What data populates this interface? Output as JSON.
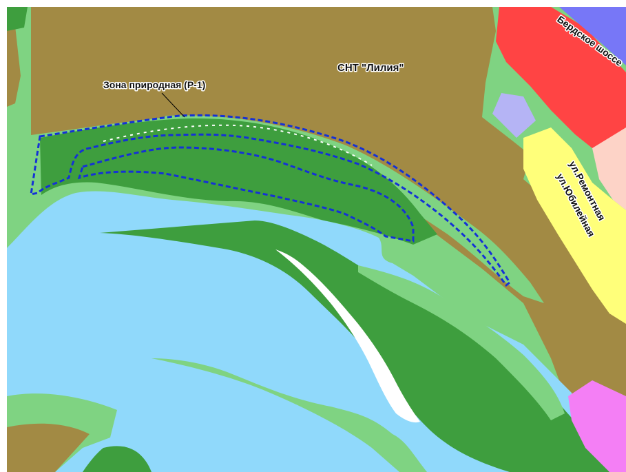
{
  "map": {
    "colors": {
      "settlement": "#A28A44",
      "nature_light": "#7FD382",
      "forest": "#3E9E3E",
      "water": "#90D9FB",
      "road": "#FF4444",
      "street": "#FFFF7A",
      "lavender": "#B5B4F5",
      "blue_violet": "#7777F7",
      "magenta": "#F47FF5",
      "pale_pink": "#FDD3C7",
      "zone_boundary": "#1431D6"
    },
    "labels": {
      "zone": "Зона природная (Р-1)",
      "snt": "СНТ \"Лилия\"",
      "highway": "Бердское шоссе",
      "street_remontnaya": "ул.Ремонтная",
      "street_yubileynaya": "ул.Юбилейная"
    }
  }
}
